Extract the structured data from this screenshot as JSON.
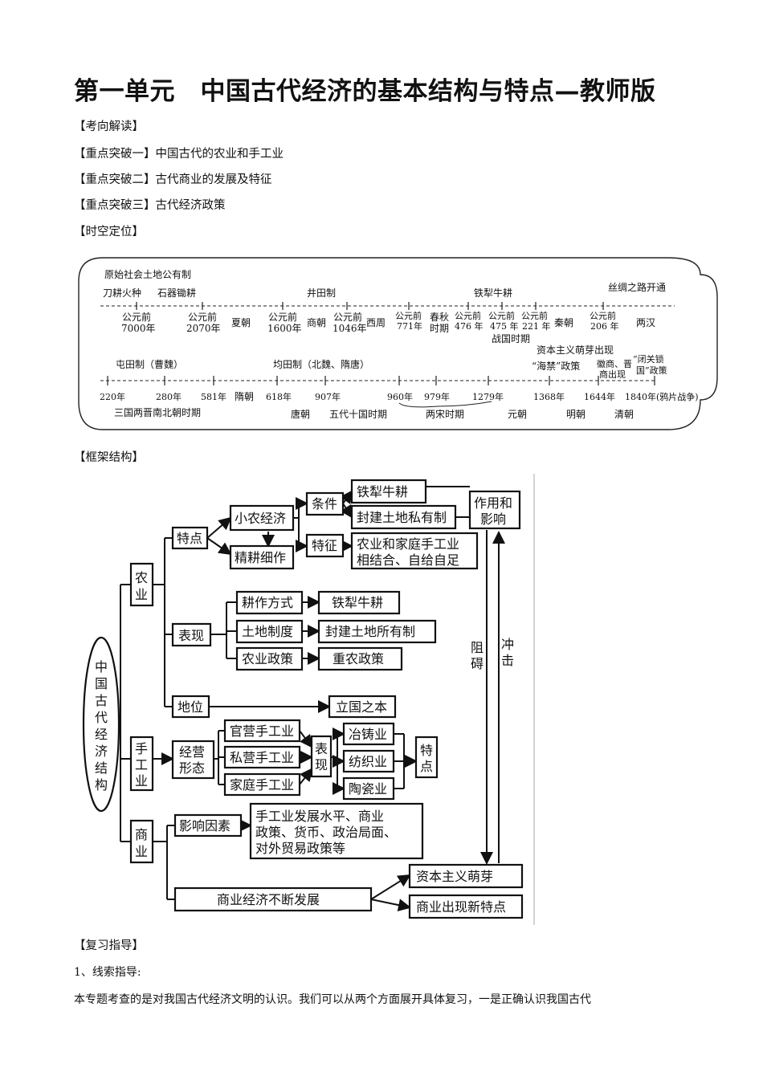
{
  "title": "第一单元　中国古代经济的基本结构与特点—教师版",
  "sections": {
    "kaoxiang": "【考向解读】",
    "break1": "【重点突破一】中国古代的农业和手工业",
    "break2": "【重点突破二】古代商业的发展及特征",
    "break3": "【重点突破三】古代经济政策",
    "shikong": "【时空定位】",
    "kuangjia": "【框架结构】",
    "fuxi": "【复习指导】",
    "clue": "1、线索指导:",
    "paragraph": "本专题考查的是对我国古代经济文明的认识。我们可以从两个方面展开具体复习，一是正确认识我国古代"
  },
  "timeline": {
    "top_title": "原始社会土地公有制",
    "top_labels": {
      "daogeng": "刀耕火种",
      "shiqi": "石器锄耕",
      "jingtian": "井田制",
      "tieli": "铁犁牛耕",
      "silu": "丝绸之路开通"
    },
    "top_ticks": {
      "t1a": "公元前",
      "t1b": "7000年",
      "t2a": "公元前",
      "t2b": "2070年",
      "xia": "夏朝",
      "t3a": "公元前",
      "t3b": "1600年",
      "shang": "商朝",
      "t4a": "公元前",
      "t4b": "1046年",
      "xizhou": "西周",
      "t5a": "公元前",
      "t5b": "771年",
      "chunqiu_a": "春秋",
      "chunqiu_b": "时期",
      "t6a": "公元前",
      "t6b": "476 年",
      "t7a": "公元前",
      "t7b": "475 年",
      "zhanguo": "战国时期",
      "t8a": "公元前",
      "t8b": "221 年",
      "qin": "秦朝",
      "t9a": "公元前",
      "t9b": "206 年",
      "xihan": "两汉"
    },
    "bottom_labels": {
      "tuntian": "屯田制（曹魏）",
      "juntian": "均田制（北魏、隋唐）",
      "zibenzhuyi": "资本主义萌芽出现",
      "haijin": "“海禁”政策",
      "huishang_a": "徽商、晋",
      "huishang_b": "商出现",
      "biguan_a": "“闭关锁",
      "biguan_b": "国”政策"
    },
    "bottom_ticks": {
      "y220": "220年",
      "y280": "280年",
      "y581": "581年",
      "sui": "隋朝",
      "y618": "618年",
      "y907": "907年",
      "y960": "960年",
      "y979": "979年",
      "y1279": "1279年",
      "y1368": "1368年",
      "y1644": "1644年",
      "y1840": "1840年(鸦片战争)",
      "sanguo": "三国两晋南北朝时期",
      "tang": "唐朝",
      "wudai": "五代十国时期",
      "liangsong": "两宋时期",
      "yuan": "元朝",
      "ming": "明朝",
      "qing": "清朝"
    }
  },
  "framework": {
    "root": [
      "中",
      "国",
      "古",
      "代",
      "经",
      "济",
      "结",
      "构"
    ],
    "nongye": [
      "农",
      "业"
    ],
    "shougongye": [
      "手",
      "工",
      "业"
    ],
    "shangye": [
      "商",
      "业"
    ],
    "tedian": "特点",
    "xiaonong": "小农经济",
    "jinggeng": "精耕细作",
    "tiaojian": "条件",
    "tezheng": "特征",
    "tieli": "铁犁牛耕",
    "fengjian_siyou": "封建土地私有制",
    "nongjia_a": "农业和家庭手工业",
    "nongjia_b": "相结合、自给自足",
    "zuoyong_a": "作用和",
    "zuoyong_b": "影响",
    "biaoxian": "表现",
    "gengzuo": "耕作方式",
    "gengzuo_v": "铁犁牛耕",
    "tudi": "土地制度",
    "tudi_v": "封建土地所有制",
    "nongzheng": "农业政策",
    "nongzheng_v": "重农政策",
    "diwei": "地位",
    "liguo": "立国之本",
    "jingying_a": "经营",
    "jingying_b": "形态",
    "guanying": "官营手工业",
    "siying": "私营手工业",
    "jiating": "家庭手工业",
    "biaoxian2": [
      "表",
      "现"
    ],
    "yezhu": "冶铸业",
    "fangzhi": "纺织业",
    "taoci": "陶瓷业",
    "tedian2": [
      "特",
      "点"
    ],
    "yingxiang": "影响因素",
    "yinsu_a": "手工业发展水平、商业",
    "yinsu_b": "政策、货币、政治局面、",
    "yinsu_c": "对外贸易政策等",
    "shangye_fazhan": "商业经济不断发展",
    "mengya": "资本主义萌芽",
    "xintedian": "商业出现新特点",
    "zuai": [
      "阻",
      "碍"
    ],
    "chongji": [
      "冲",
      "击"
    ]
  }
}
